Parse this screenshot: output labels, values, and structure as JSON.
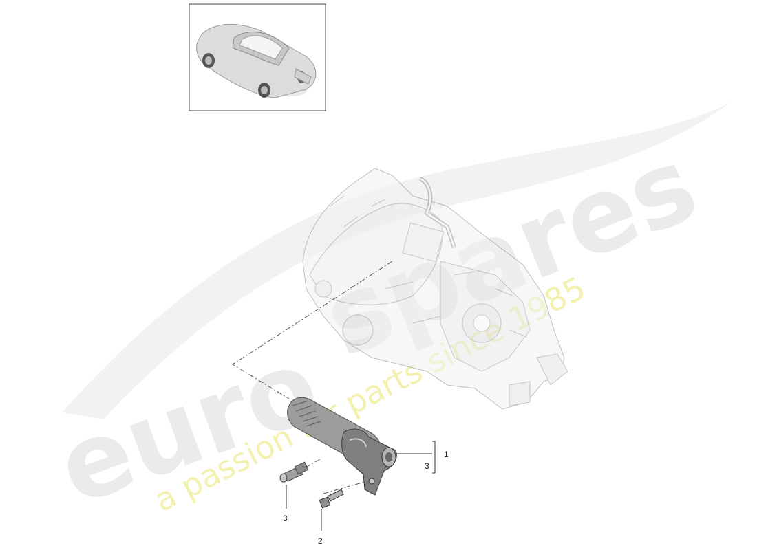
{
  "callouts": {
    "part_1": "1",
    "part_2": "2",
    "part_3": "3",
    "bracket_sub": "3"
  },
  "watermark": {
    "brand_left": "euro",
    "brand_right": "spares",
    "slogan": "a passion for parts since 1985",
    "brand_color": "#e8e8e8",
    "slogan_color": "#f2f0a6"
  }
}
